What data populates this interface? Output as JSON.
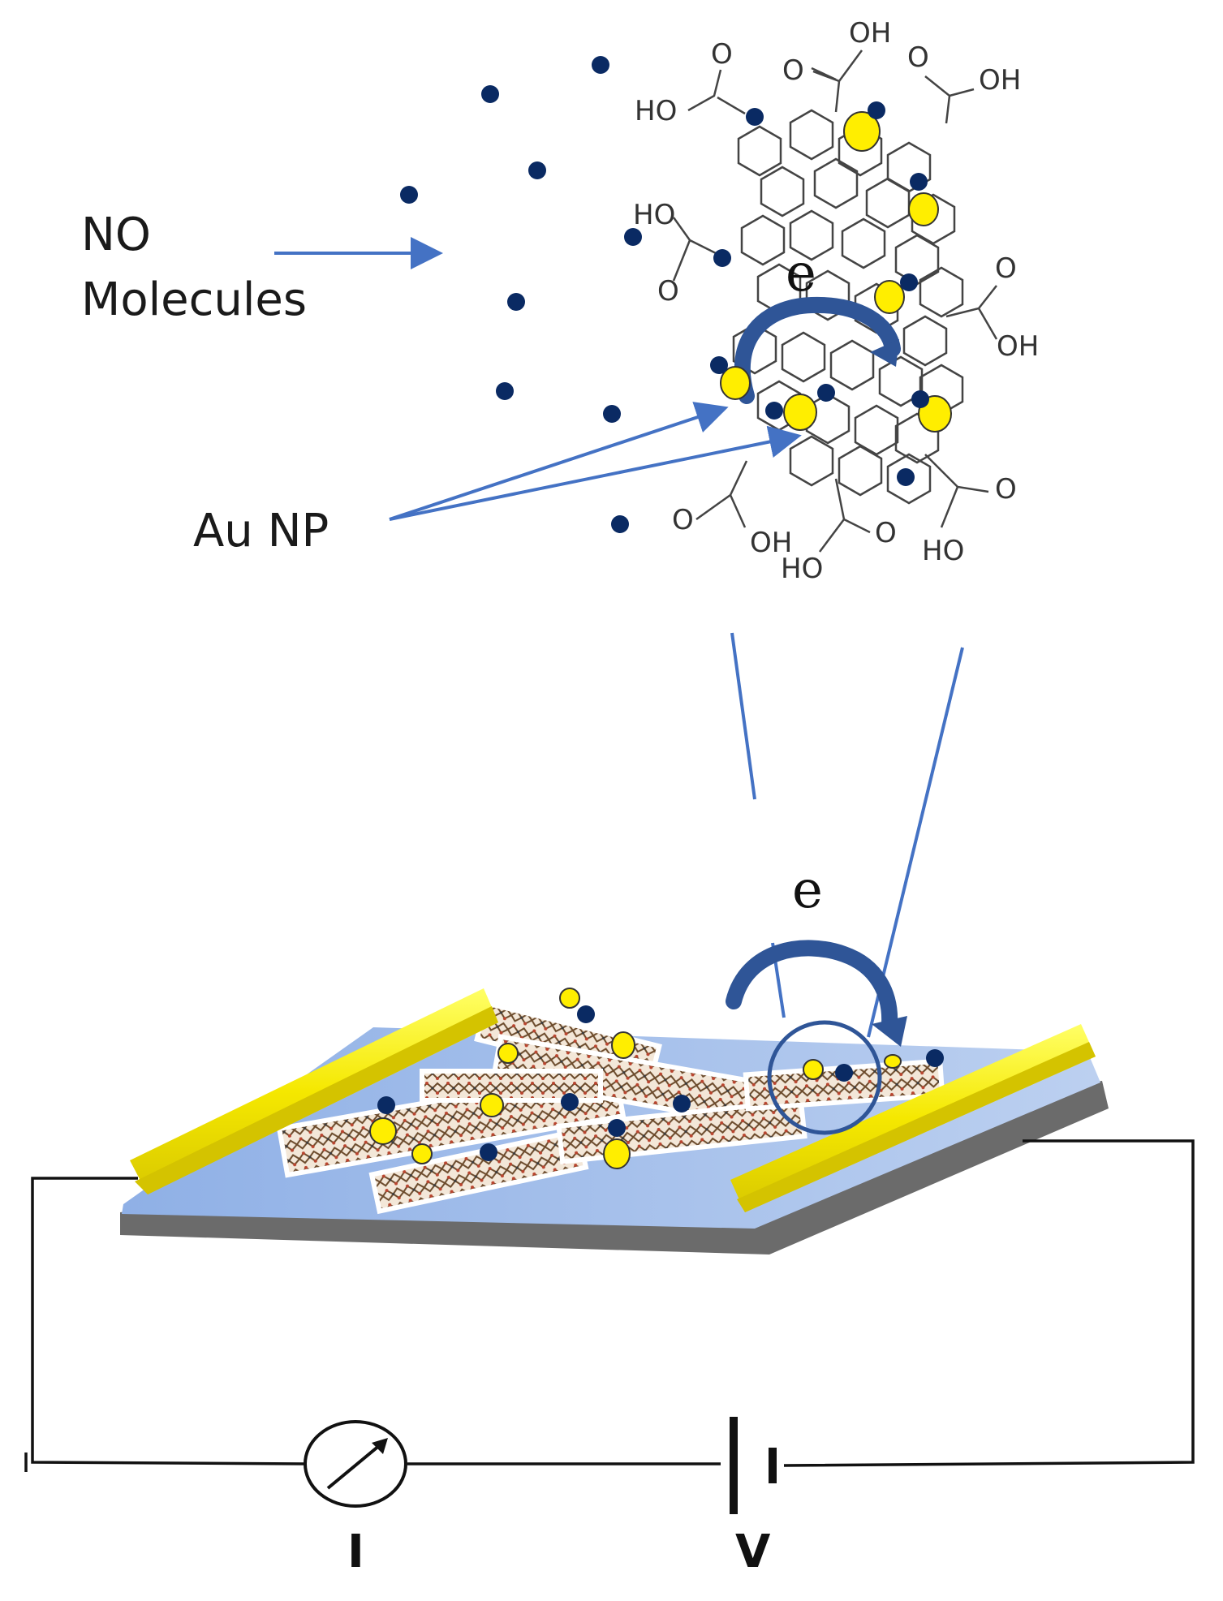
{
  "labels": {
    "no_line1": "NO",
    "no_line2": "Molecules",
    "au_np": "Au NP",
    "electron_top": "e",
    "electron_bottom": "e",
    "current": "I",
    "voltage": "V"
  },
  "molecule": {
    "groups": [
      {
        "id": "tl",
        "text": [
          "HO",
          "O"
        ]
      },
      {
        "id": "tc",
        "text": [
          "OH",
          "O"
        ]
      },
      {
        "id": "tr",
        "text": [
          "O",
          "OH"
        ]
      },
      {
        "id": "ml",
        "text": [
          "HO",
          "O"
        ]
      },
      {
        "id": "mr",
        "text": [
          "O",
          "OH"
        ]
      },
      {
        "id": "bl",
        "text": [
          "O",
          "OH"
        ]
      },
      {
        "id": "bc",
        "text": [
          "HO",
          "O"
        ]
      },
      {
        "id": "br",
        "text": [
          "O",
          "HO"
        ]
      }
    ]
  },
  "colors": {
    "no_molecule": "#0a2a63",
    "gold_np": "#ffee00",
    "arrow": "#4472c4",
    "electron_arrow": "#2f5597",
    "substrate": "#9bb8e8",
    "base": "#6b6b6b",
    "electrode": "#ffff00",
    "wire": "#111111"
  }
}
